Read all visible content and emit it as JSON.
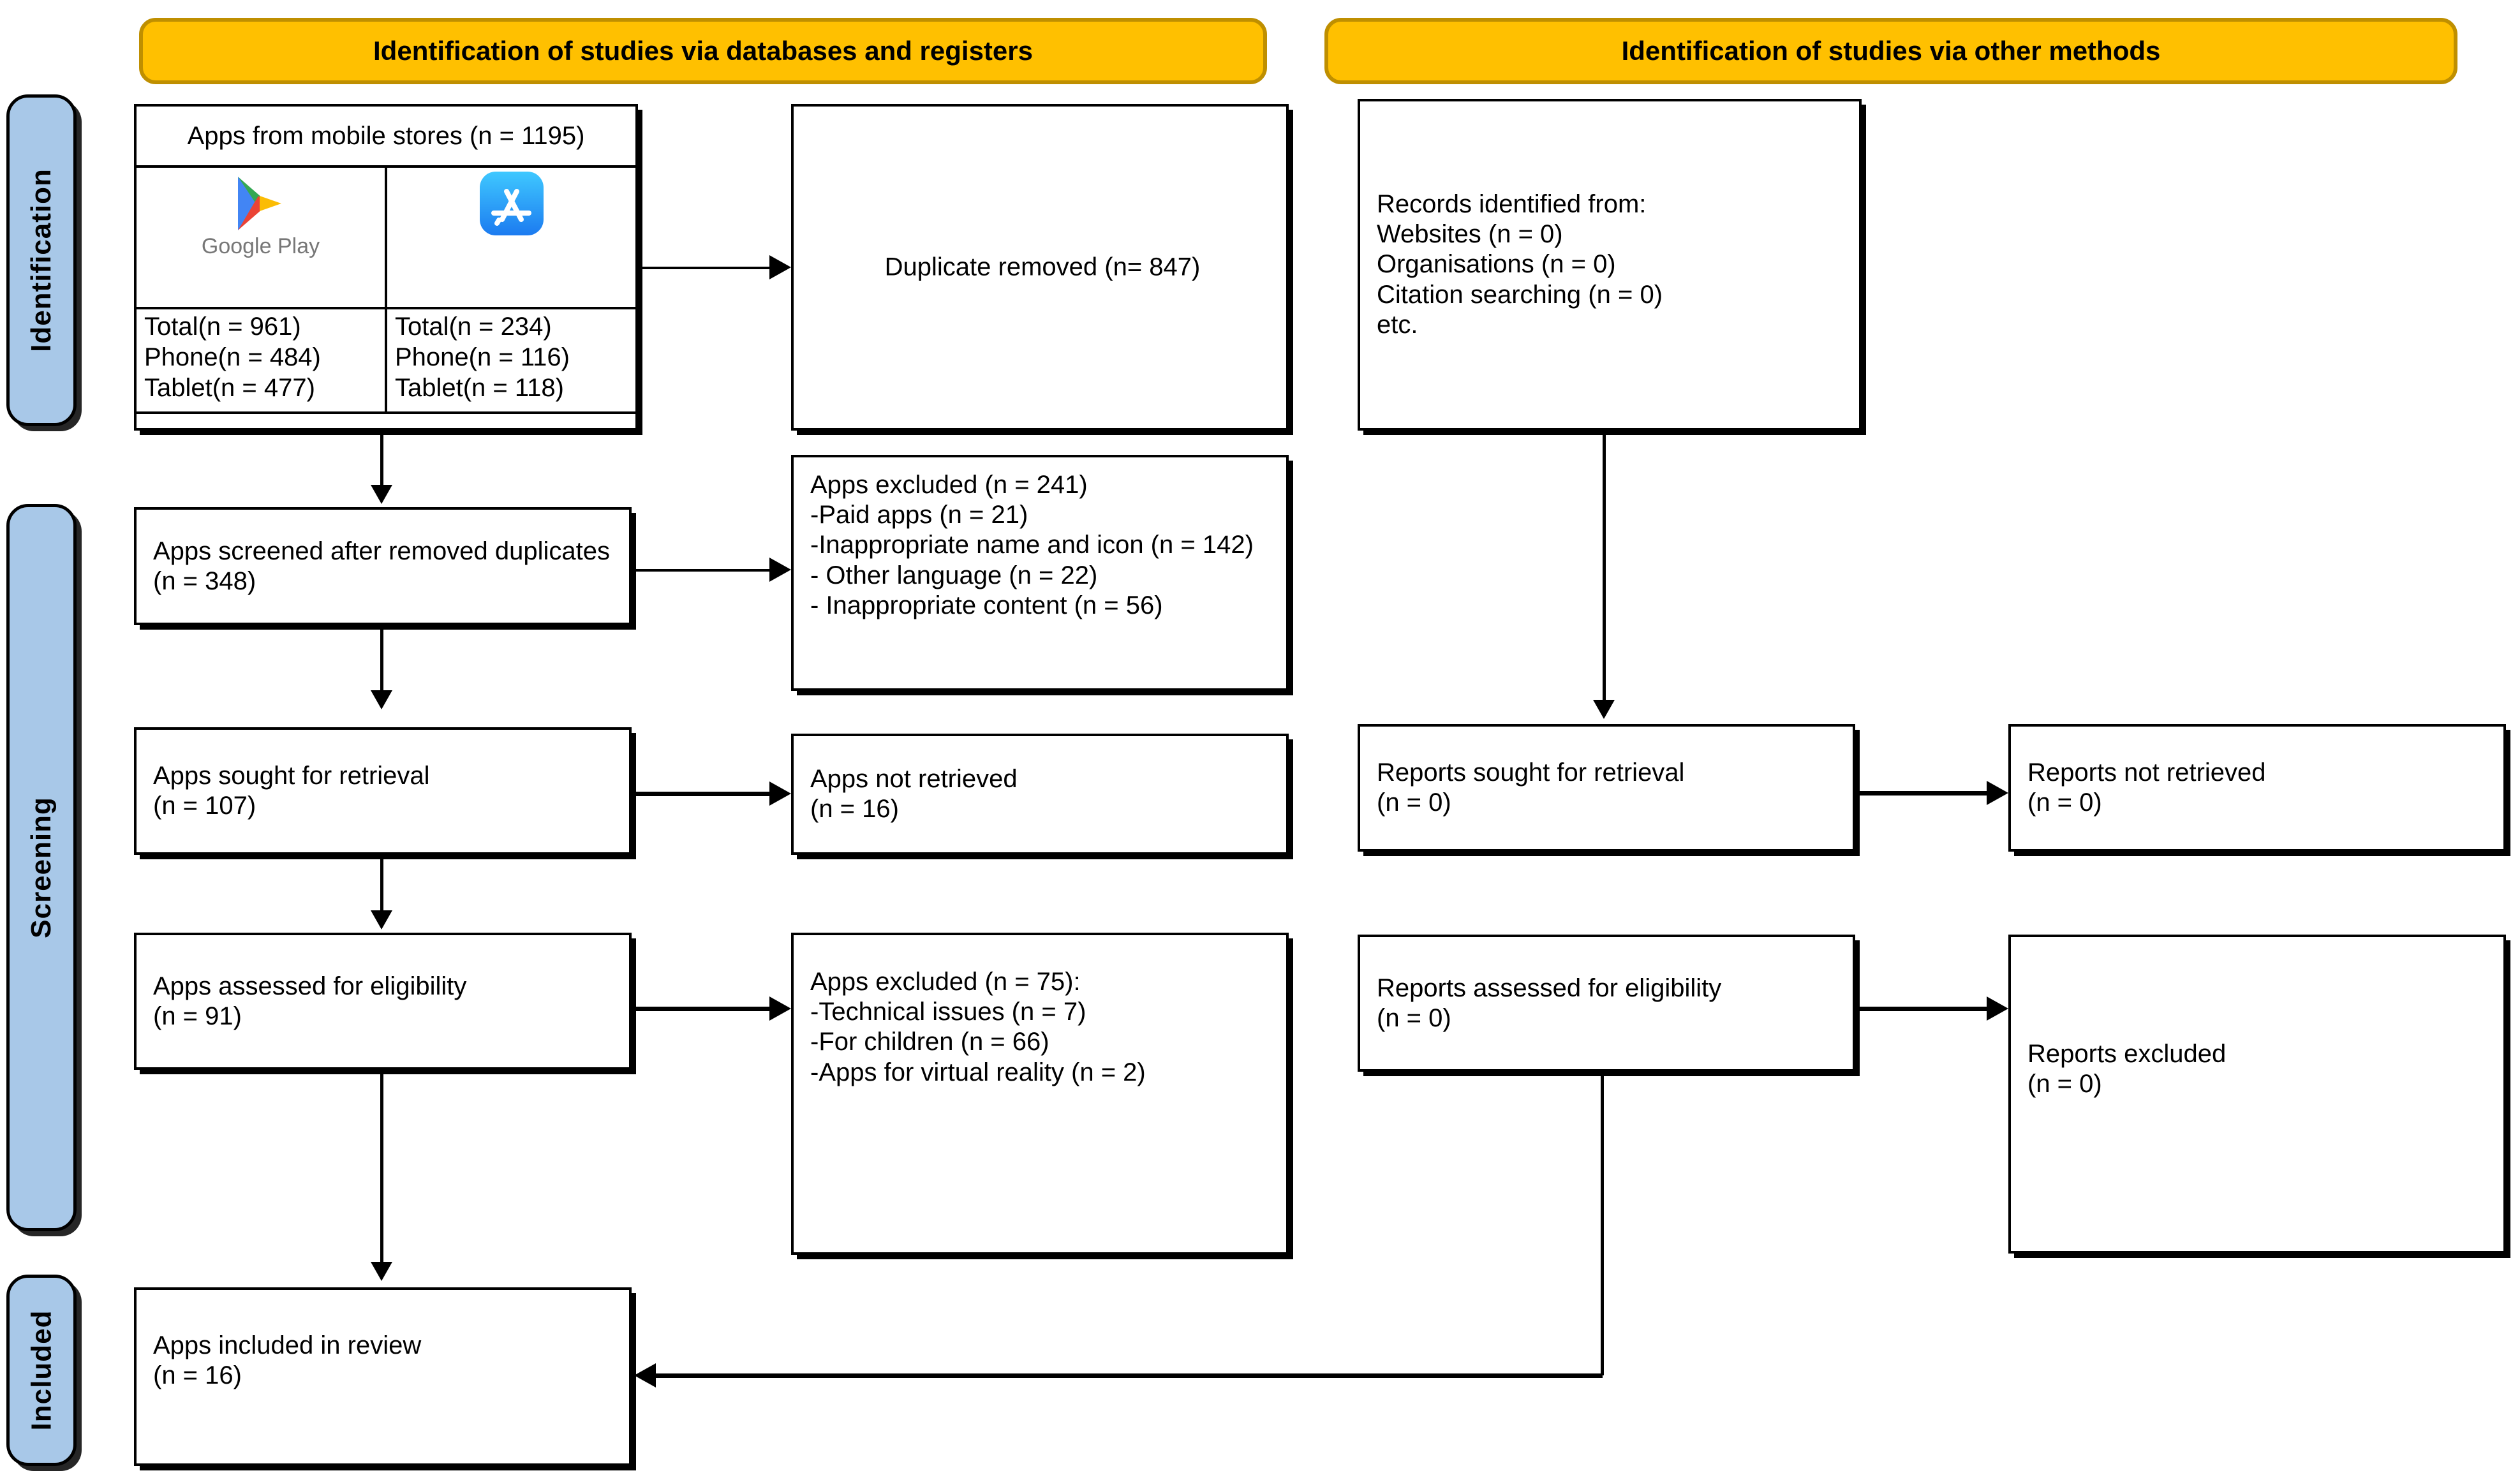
{
  "banners": [
    {
      "id": "databases",
      "label": "Identification of studies via databases and registers"
    },
    {
      "id": "other",
      "label": "Identification of studies via other methods"
    }
  ],
  "phases": [
    {
      "id": "identification",
      "label": "Identification"
    },
    {
      "id": "screening",
      "label": "Screening"
    },
    {
      "id": "included",
      "label": "Included"
    }
  ],
  "colors": {
    "banner_fill": "#ffc000",
    "banner_border": "#bf8f00",
    "phase_fill": "#a8c8e8",
    "box_border": "#000000",
    "text": "#000000"
  },
  "identification": {
    "source_box": {
      "title": "Apps from mobile stores (n = 1195)",
      "stores": [
        {
          "icon": "google-play-icon",
          "logo_label": "Google Play",
          "total": "Total(n = 961)",
          "phone": "Phone(n = 484)",
          "tablet": "Tablet(n = 477)"
        },
        {
          "icon": "app-store-icon",
          "logo_label": "",
          "total": "Total(n = 234)",
          "phone": "Phone(n = 116)",
          "tablet": "Tablet(n = 118)"
        }
      ]
    },
    "duplicates_box": "Duplicate removed (n= 847)",
    "other_methods_box": "Records identified from:\n     Websites (n = 0)\n     Organisations (n = 0)\n     Citation searching (n = 0)\n     etc."
  },
  "screening": {
    "screened_box": "Apps screened after removed duplicates (n = 348)",
    "apps_excluded_box": "Apps excluded (n = 241)\n-Paid apps (n = 21)\n-Inappropriate name and icon (n = 142)\n- Other language (n = 22)\n- Inappropriate content (n = 56)",
    "sought_box": "Apps sought for retrieval\n(n = 107)",
    "not_retrieved_box": "Apps not retrieved\n(n = 16)",
    "assessed_box": "Apps assessed for eligibility\n(n = 91)",
    "eligibility_excluded_box": "Apps excluded (n = 75):\n      -Technical issues (n = 7)\n      -For children (n = 66)\n      -Apps for virtual reality (n = 2)",
    "reports_sought_box": "Reports sought for retrieval\n(n = 0)",
    "reports_not_retrieved_box": "Reports not retrieved\n(n = 0)",
    "reports_assessed_box": "Reports assessed for eligibility\n(n = 0)",
    "reports_excluded_box": "Reports excluded\n(n = 0)"
  },
  "included": {
    "included_box": "Apps included in review\n(n = 16)"
  }
}
